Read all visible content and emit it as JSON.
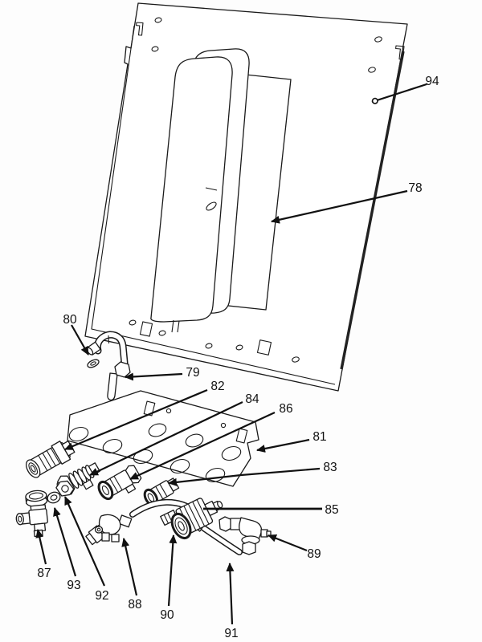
{
  "palette": {
    "ink": "#1a1a1a",
    "paper": "#ffffff"
  },
  "labels": {
    "78": "78",
    "79": "79",
    "80": "80",
    "81": "81",
    "82": "82",
    "83": "83",
    "84": "84",
    "85": "85",
    "86": "86",
    "87": "87",
    "88": "88",
    "89": "89",
    "90": "90",
    "91": "91",
    "92": "92",
    "93": "93",
    "94": "94"
  }
}
